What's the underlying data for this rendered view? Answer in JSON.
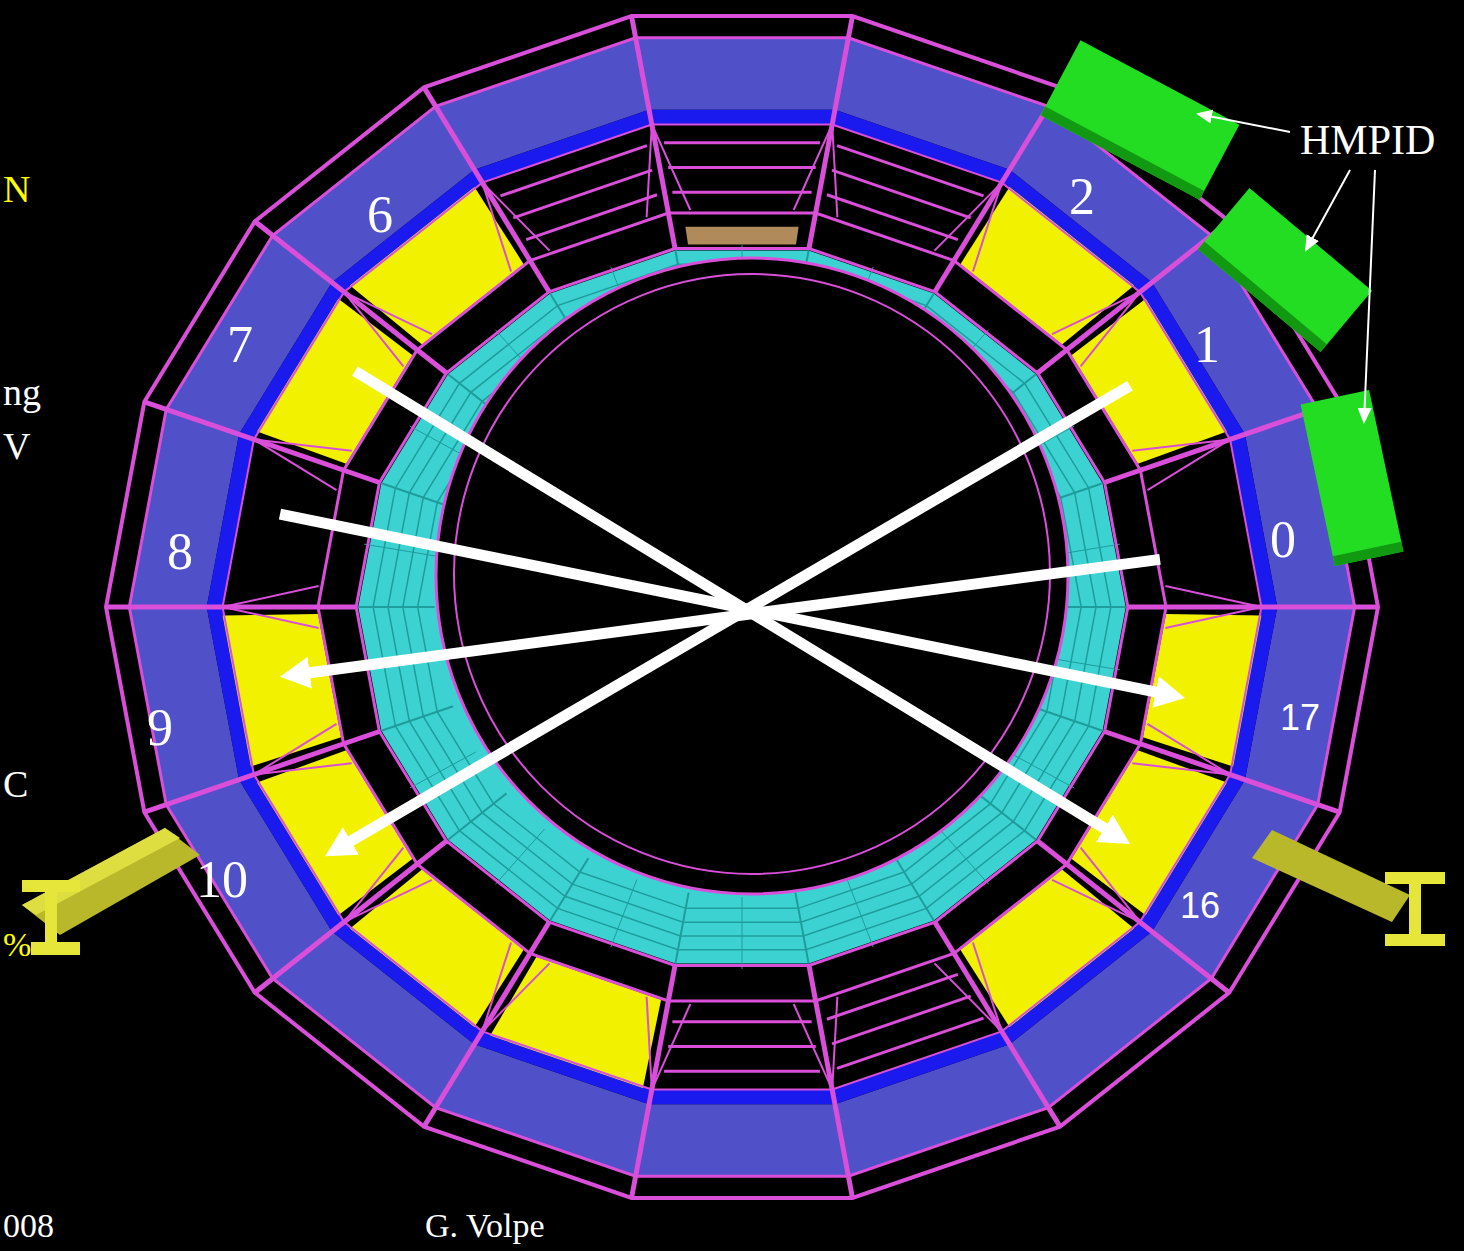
{
  "diagram": {
    "nodes": [
      {
        "text": [
          "7"
        ]
      },
      {
        "text": [
          "1"
        ]
      },
      {
        "text": [
          "8"
        ]
      },
      {
        "text": [
          "0"
        ]
      },
      {
        "text": [
          "9"
        ]
      },
      {
        "text": [
          "17"
        ]
      },
      {
        "text": [
          "10"
        ]
      },
      {
        "text": [
          "16"
        ]
      }
    ],
    "edges": [
      {
        "from": 0,
        "to": 7,
        "arrow": "to"
      },
      {
        "from": 1,
        "to": 6,
        "arrow": "to"
      },
      {
        "from": 2,
        "to": 5,
        "arrow": "to"
      },
      {
        "from": 3,
        "to": 4,
        "arrow": "to"
      }
    ],
    "labels": [
      "HMPID",
      "N",
      "6",
      "2",
      "ng",
      "V",
      "C",
      "%",
      "008",
      "G. Volpe"
    ]
  }
}
